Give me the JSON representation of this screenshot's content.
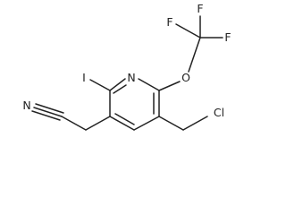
{
  "molecule": {
    "labels": {
      "F1": "F",
      "F2": "F",
      "F3": "F",
      "O": "O",
      "N_ring": "N",
      "I": "I",
      "N_nitrile": "N",
      "Cl": "Cl"
    }
  }
}
